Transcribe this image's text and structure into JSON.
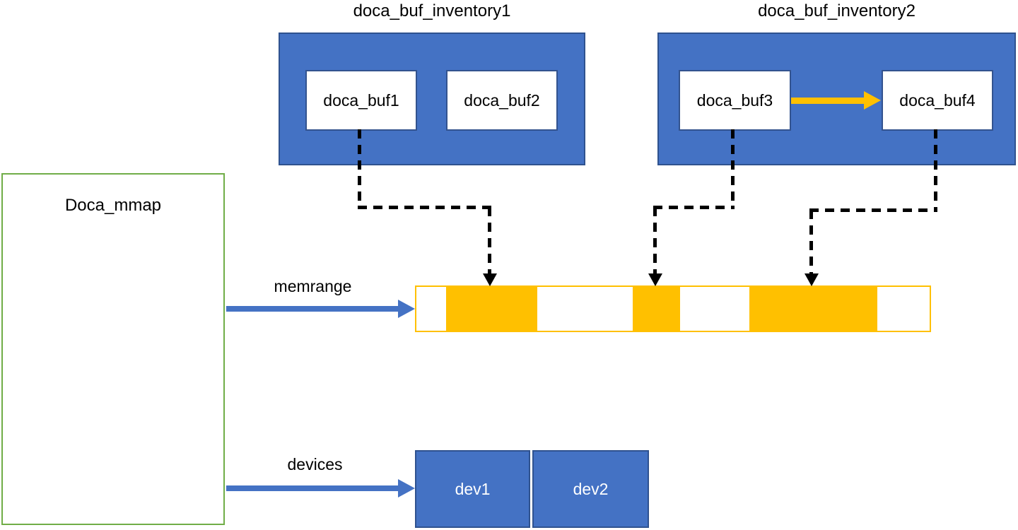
{
  "diagram": {
    "inventory1": {
      "title": "doca_buf_inventory1",
      "buffers": [
        "doca_buf1",
        "doca_buf2"
      ]
    },
    "inventory2": {
      "title": "doca_buf_inventory2",
      "buffers": [
        "doca_buf3",
        "doca_buf4"
      ]
    },
    "mmap": {
      "label": "Doca_mmap"
    },
    "memrange": {
      "label": "memrange",
      "segments": [
        {
          "state": "unmapped",
          "width": 42
        },
        {
          "state": "mapped",
          "width": 129
        },
        {
          "state": "unmapped",
          "width": 135
        },
        {
          "state": "mapped",
          "width": 67
        },
        {
          "state": "unmapped",
          "width": 98
        },
        {
          "state": "mapped",
          "width": 181
        },
        {
          "state": "unmapped",
          "width": 74
        }
      ]
    },
    "devices": {
      "label": "devices",
      "items": [
        "dev1",
        "dev2"
      ]
    },
    "colors": {
      "inventory_fill": "#4472C4",
      "inventory_border": "#2F528F",
      "mapped": "#FFC000",
      "mmap_border": "#70AD47",
      "arrow_blue": "#4472C4",
      "dash_black": "#000000"
    }
  }
}
